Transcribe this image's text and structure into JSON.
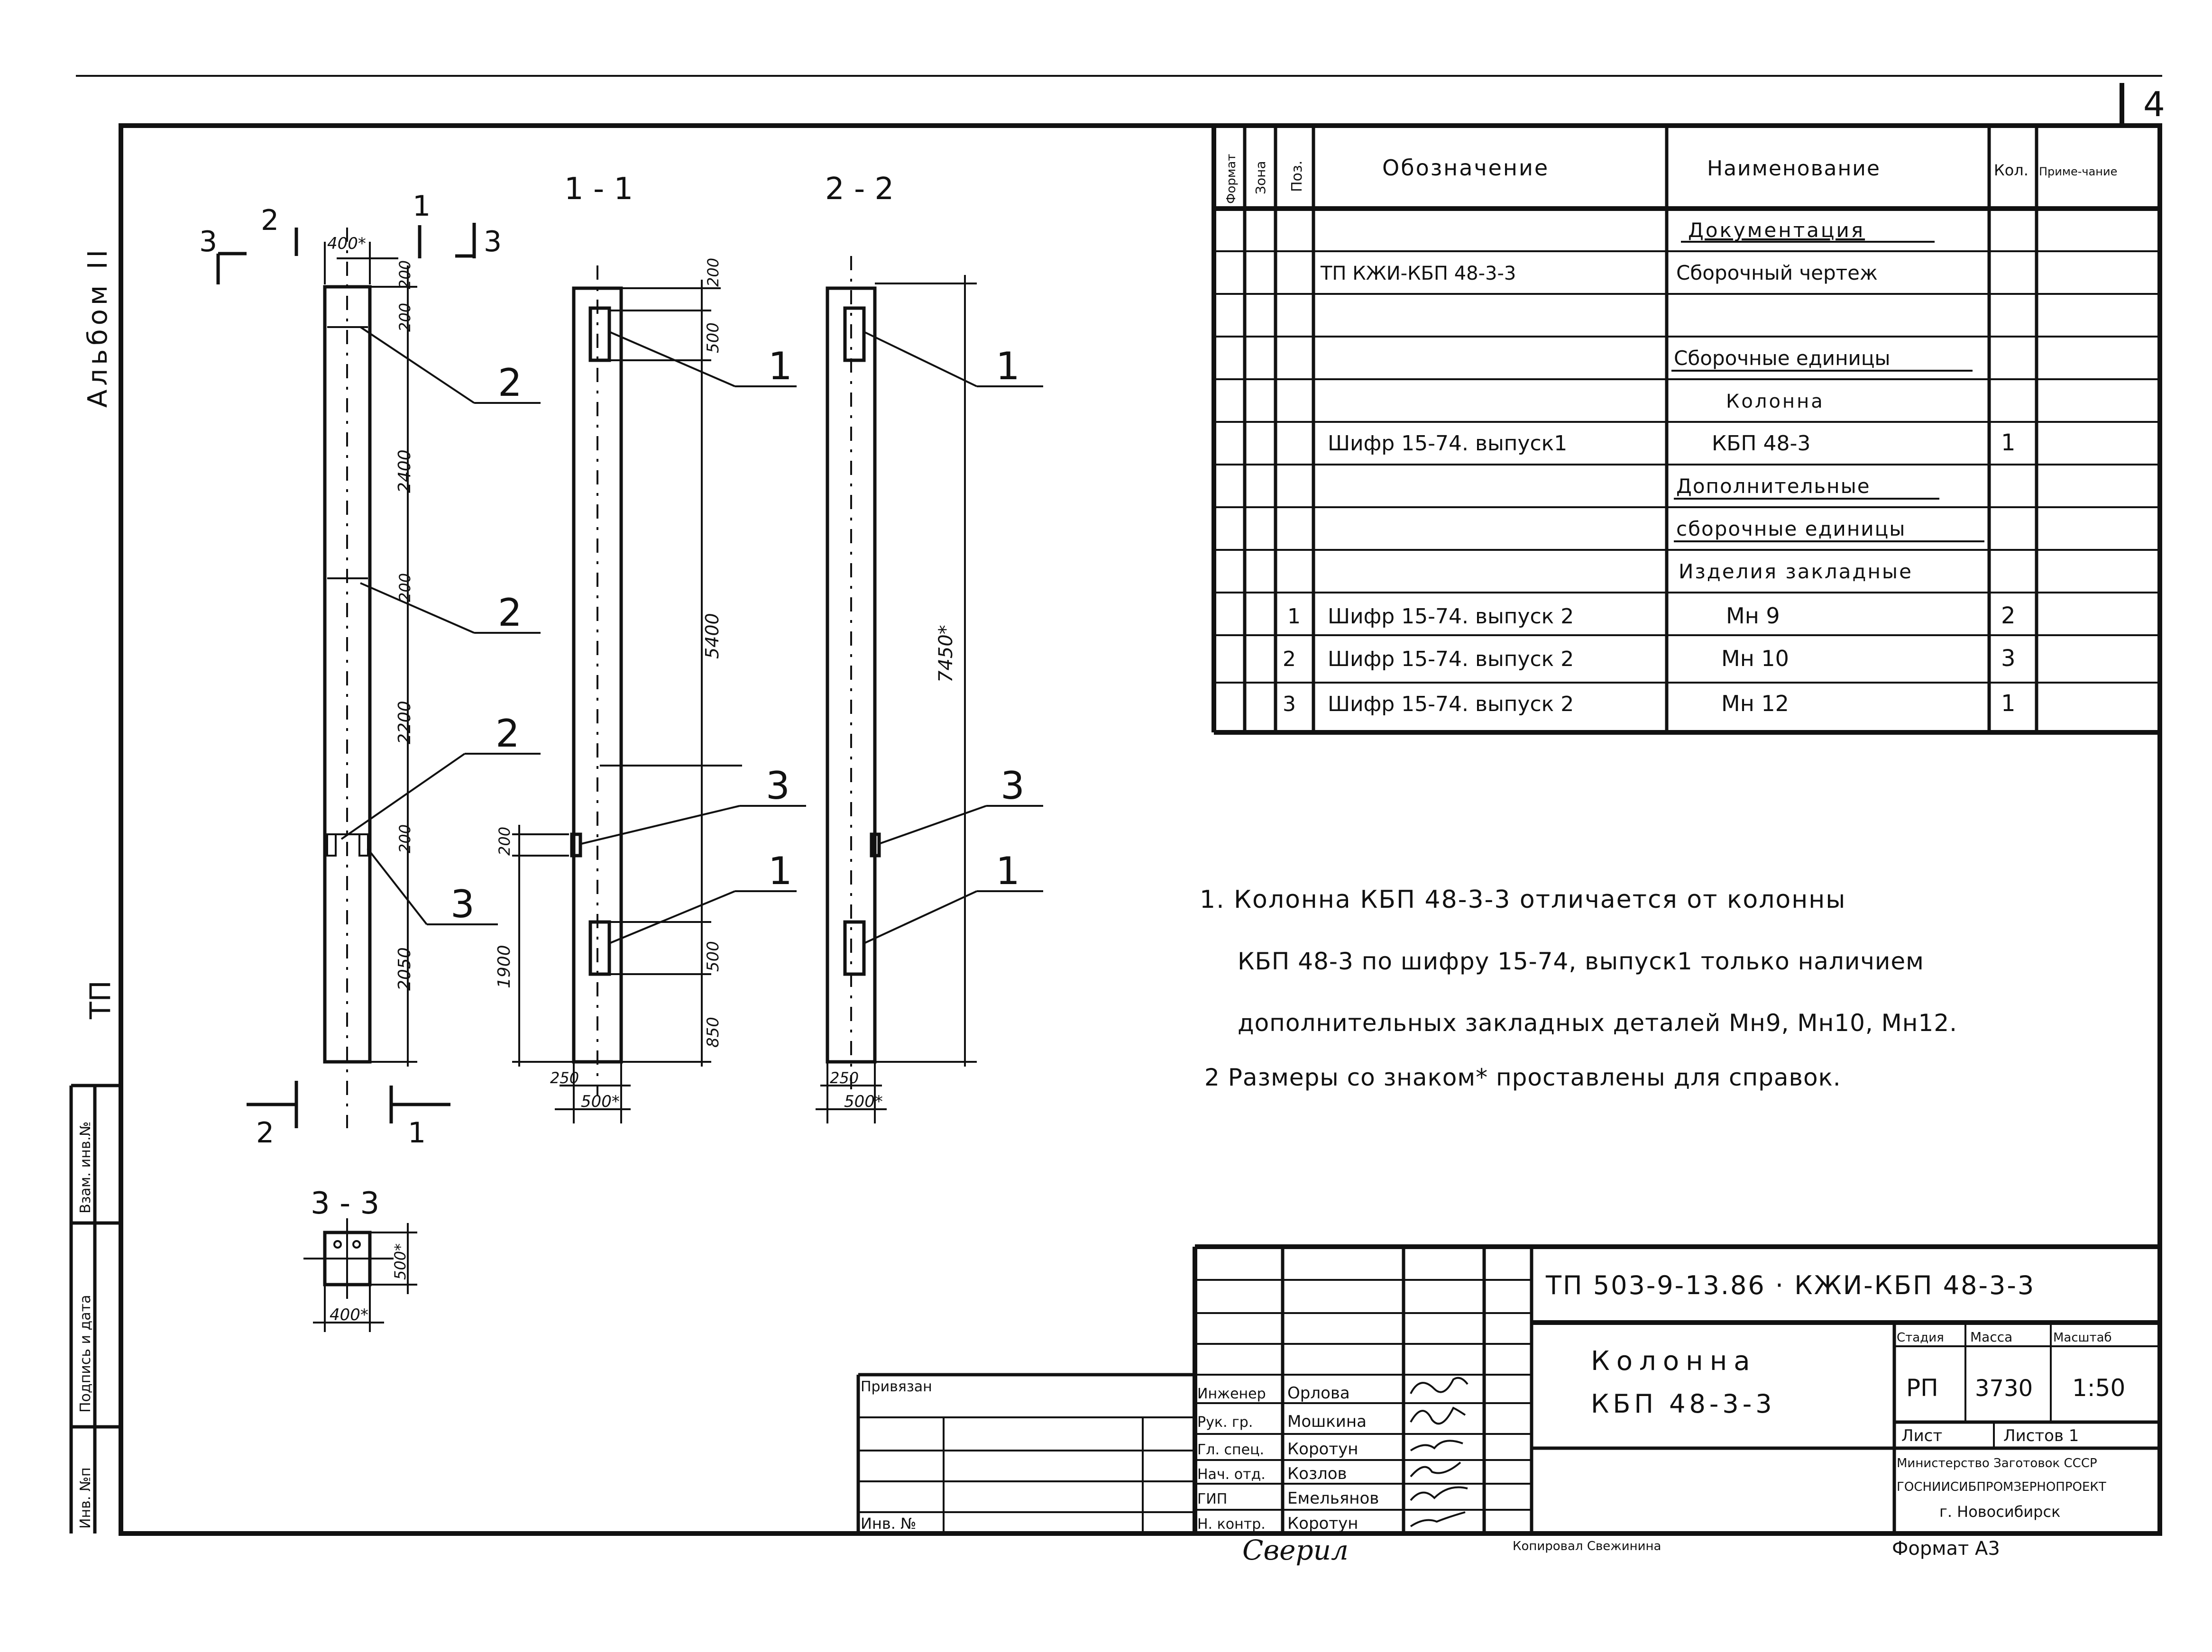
{
  "sheet_number": "4",
  "album": "Альбом II",
  "left_margin_tp": "ТП",
  "stamp_columns": [
    "Взам. инв.№",
    "Подпись и дата",
    "Инв. №п"
  ],
  "views": {
    "section_1_1": "1 - 1",
    "section_2_2": "2 - 2",
    "section_3_3": "3 - 3",
    "cut_marks": [
      "3",
      "2",
      "1",
      "3",
      "2",
      "1"
    ],
    "callouts_elev": [
      "2",
      "2",
      "2",
      "3"
    ],
    "callouts_s11": [
      "1",
      "3",
      "1"
    ],
    "callouts_s22": [
      "1",
      "3",
      "1"
    ],
    "dims_elev": [
      "400*",
      "200",
      "200",
      "2400",
      "200",
      "2200",
      "200",
      "2050"
    ],
    "dims_s11": [
      "200",
      "500",
      "5400",
      "200",
      "1900",
      "500",
      "850",
      "250",
      "500*"
    ],
    "dims_s22": [
      "7450*",
      "250",
      "500*"
    ],
    "dims_s33": [
      "500*",
      "400*"
    ]
  },
  "spec_table": {
    "headers": [
      "Формат",
      "Зона",
      "Поз.",
      "Обозначение",
      "Наименование",
      "Кол.",
      "Приме-чание"
    ],
    "rows": [
      {
        "pos": "",
        "designation": "",
        "name": "Документация",
        "qty": ""
      },
      {
        "pos": "",
        "designation": "ТП      КЖИ-КБП 48-3-3",
        "name": "Сборочный чертеж",
        "qty": ""
      },
      {
        "pos": "",
        "designation": "",
        "name": "",
        "qty": ""
      },
      {
        "pos": "",
        "designation": "",
        "name": "Сборочные единицы",
        "qty": ""
      },
      {
        "pos": "",
        "designation": "",
        "name": "Колонна",
        "qty": ""
      },
      {
        "pos": "",
        "designation": "Шифр 15-74. выпуск1",
        "name": "КБП 48-3",
        "qty": "1"
      },
      {
        "pos": "",
        "designation": "",
        "name": "Дополнительные",
        "qty": ""
      },
      {
        "pos": "",
        "designation": "",
        "name": "сборочные единицы",
        "qty": ""
      },
      {
        "pos": "",
        "designation": "",
        "name": "Изделия закладные",
        "qty": ""
      },
      {
        "pos": "1",
        "designation": "Шифр 15-74. выпуск 2",
        "name": "Мн 9",
        "qty": "2"
      },
      {
        "pos": "2",
        "designation": "Шифр 15-74. выпуск 2",
        "name": "Мн 10",
        "qty": "3"
      },
      {
        "pos": "3",
        "designation": "Шифр 15-74. выпуск 2",
        "name": "Мн 12",
        "qty": "1"
      }
    ]
  },
  "notes": [
    "1. Колонна КБП 48-3-3 отличается от колонны",
    "КБП 48-3 по шифру 15-74, выпуск1 только наличием",
    "дополнительных закладных деталей Мн9, Мн10, Мн12.",
    "2 Размеры со знаком* проставлены для справок."
  ],
  "title_block": {
    "doc_code": "ТП 503-9-13.86 · КЖИ-КБП 48-3-3",
    "item_name_1": "Колонна",
    "item_name_2": "КБП 48-3-3",
    "stage_label": "Стадия",
    "mass_label": "Масса",
    "scale_label": "Масштаб",
    "stage": "РП",
    "mass": "3730",
    "scale": "1:50",
    "sheet_label": "Лист",
    "sheets_label": "Листов 1",
    "org_1": "Министерство Заготовок СССР",
    "org_2": "ГОСНИИСИБПРОМЗЕРНОПРОЕКТ",
    "org_3": "г. Новосибирск",
    "format": "Формат А3",
    "copied": "Копировал Свежинина",
    "checked": "Сверил",
    "bound_label": "Привязан",
    "inv_label": "Инв. №",
    "roles": [
      "Инженер",
      "Рук. гр.",
      "Гл. спец.",
      "Нач. отд.",
      "ГИП",
      "Н. контр."
    ],
    "names": [
      "Орлова",
      "Мошкина",
      "Коротун",
      "Козлов",
      "Емельянов",
      "Коротун"
    ]
  }
}
